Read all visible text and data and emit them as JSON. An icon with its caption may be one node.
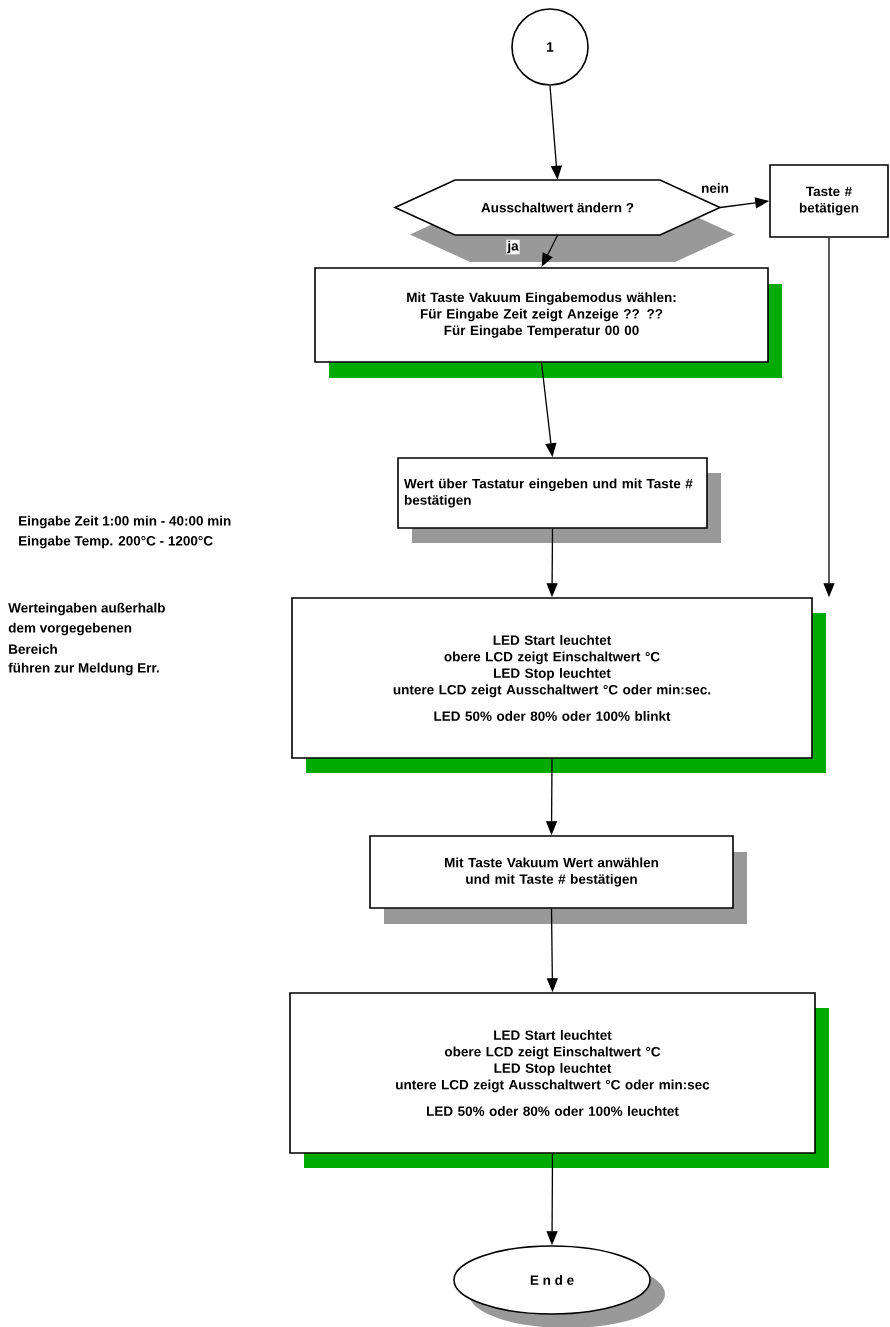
{
  "diagram": {
    "nodes": [
      {
        "text": [
          "1"
        ]
      },
      {
        "text": [
          "Ausschaltwert ändern ?"
        ]
      },
      {
        "text": [
          "Taste # betätigen"
        ]
      },
      {
        "text": [
          "Mit Taste Vakuum Eingabemodus wählen:",
          "Für Eingabe Zeit zeigt Anzeige ?? ??",
          "Für Eingabe Temperatur  00 00"
        ]
      },
      {
        "text": [
          "Wert über Tastatur eingeben und mit Taste # bestätigen"
        ]
      },
      {
        "text": [
          "LED Start leuchtet",
          "obere LCD zeigt Einschaltwert °C",
          "LED Stop leuchtet",
          "untere LCD zeigt Ausschaltwert °C oder min:sec.",
          "LED 50% oder 80% oder 100% blinkt"
        ]
      },
      {
        "text": [
          "Mit Taste Vakuum Wert anwählen und mit Taste # bestätigen"
        ]
      },
      {
        "text": [
          "LED Start leuchtet",
          "obere LCD zeigt Einschaltwert °C",
          "LED Stop leuchtet",
          "untere LCD zeigt Ausschaltwert °C oder min:sec",
          "LED 50% oder 80% oder 100% leuchtet"
        ]
      },
      {
        "text": [
          "E n d e"
        ]
      }
    ],
    "edges": [
      {
        "from": 0,
        "to": 1,
        "arrow": "to"
      },
      {
        "from": 1,
        "to": 2,
        "arrow": "to",
        "label": "nein"
      },
      {
        "from": 1,
        "to": 3,
        "arrow": "to",
        "label": "ja"
      },
      {
        "from": 3,
        "to": 4,
        "arrow": "to"
      },
      {
        "from": 4,
        "to": 5,
        "arrow": "to"
      },
      {
        "from": 2,
        "to": 5,
        "arrow": "to"
      },
      {
        "from": 5,
        "to": 6,
        "arrow": "to"
      },
      {
        "from": 6,
        "to": 7,
        "arrow": "to"
      },
      {
        "from": 7,
        "to": 8,
        "arrow": "to"
      }
    ],
    "labels": [
      "Eingabe Zeit 1:00 min - 40:00 min",
      "Eingabe Temp. 200°C - 1200°C",
      "Werteingaben außerhalb",
      "dem vorgegebenen",
      "Bereich",
      "führen zur Meldung Err."
    ]
  }
}
